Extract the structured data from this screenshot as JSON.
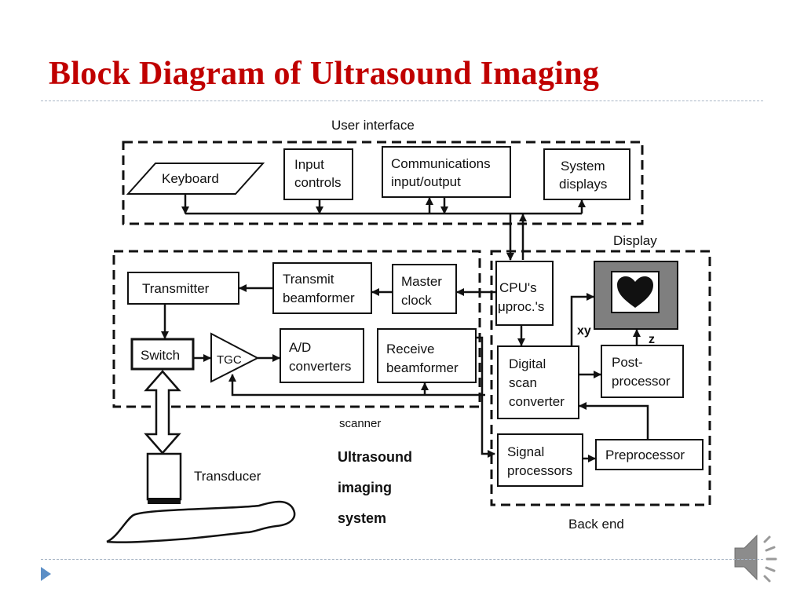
{
  "slide": {
    "title": "Block Diagram of Ultrasound Imaging"
  },
  "diagram": {
    "groups": {
      "user_interface": "User interface",
      "display": "Display",
      "scanner": "scanner",
      "back_end": "Back end"
    },
    "blocks": {
      "keyboard": "Keyboard",
      "input_controls": [
        "Input",
        "controls"
      ],
      "communications": [
        "Communications",
        "input/output"
      ],
      "system_displays": [
        "System",
        "displays"
      ],
      "transmitter": "Transmitter",
      "transmit_beamformer": [
        "Transmit",
        "beamformer"
      ],
      "master_clock": [
        "Master",
        "clock"
      ],
      "cpu": [
        "CPU's",
        "μproc.'s"
      ],
      "switch": "Switch",
      "tgc": "TGC",
      "ad_converters": [
        "A/D",
        "converters"
      ],
      "receive_beamformer": [
        "Receive",
        "beamformer"
      ],
      "digital_scan_converter": [
        "Digital",
        "scan",
        "converter"
      ],
      "post_processor": [
        "Post-",
        "processor"
      ],
      "signal_processors": [
        "Signal",
        "processors"
      ],
      "preprocessor": "Preprocessor"
    },
    "labels": {
      "xy": "xy",
      "z": "z",
      "transducer": "Transducer",
      "system_name": [
        "Ultrasound",
        "imaging",
        "system"
      ]
    }
  },
  "icons": {
    "nav": "play-triangle-icon",
    "audio": "speaker-icon",
    "display_content": "heart-icon"
  },
  "colors": {
    "title": "#c00000",
    "accent": "#5b8ec6",
    "display_screen": "#7f7f7f"
  }
}
